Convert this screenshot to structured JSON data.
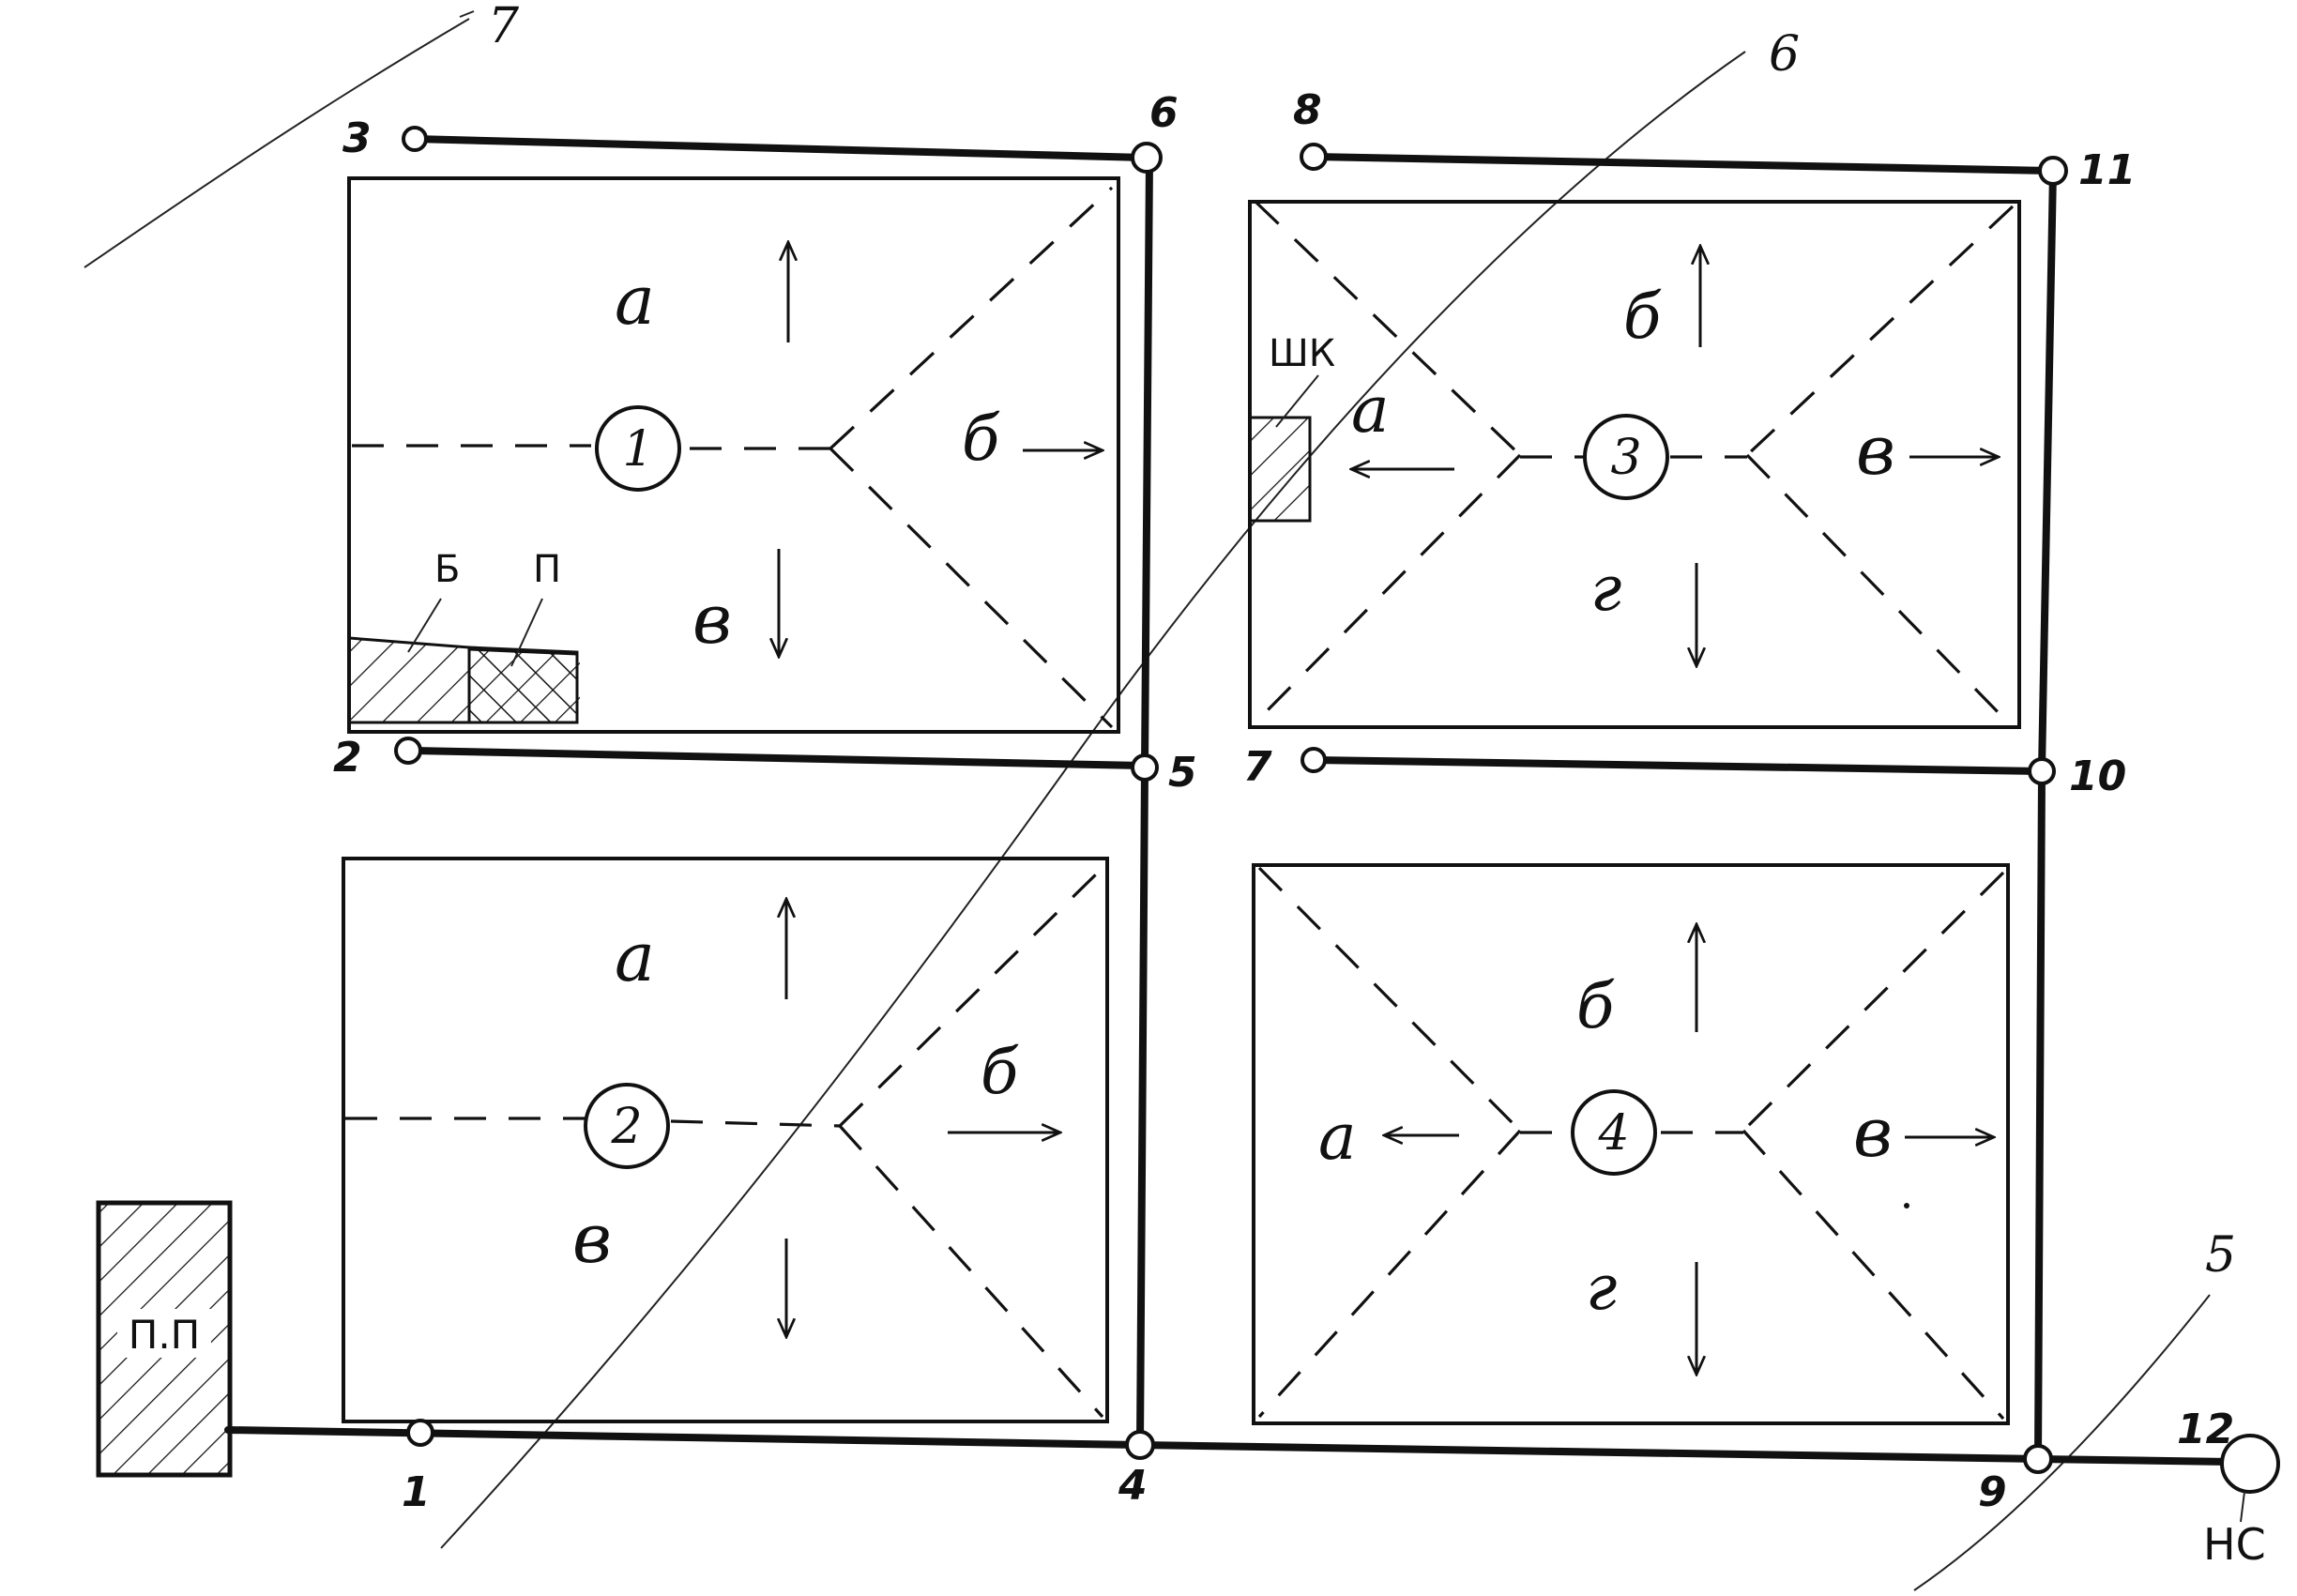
{
  "lines_labels": {
    "line7": "7",
    "line6": "6",
    "line5": "5"
  },
  "sections": {
    "s1": "1",
    "s2": "2",
    "s3": "3",
    "s4": "4"
  },
  "slopes": {
    "s1": {
      "a": "а",
      "b": "б",
      "v": "в"
    },
    "s2": {
      "a": "а",
      "b": "б",
      "v": "в"
    },
    "s3": {
      "a": "а",
      "b": "б",
      "v": "в",
      "g": "г"
    },
    "s4": {
      "a": "а",
      "b": "б",
      "v": "в",
      "g": "г"
    }
  },
  "nodes": {
    "n1": "1",
    "n2": "2",
    "n3": "3",
    "n4": "4",
    "n5": "5",
    "n6": "6",
    "n7": "7",
    "n8": "8",
    "n9": "9",
    "n10": "10",
    "n11": "11",
    "n12": "12"
  },
  "buildings": {
    "B": "Б",
    "P": "П",
    "SHK": "ШК",
    "PP": "П.П",
    "NS": "НС"
  }
}
